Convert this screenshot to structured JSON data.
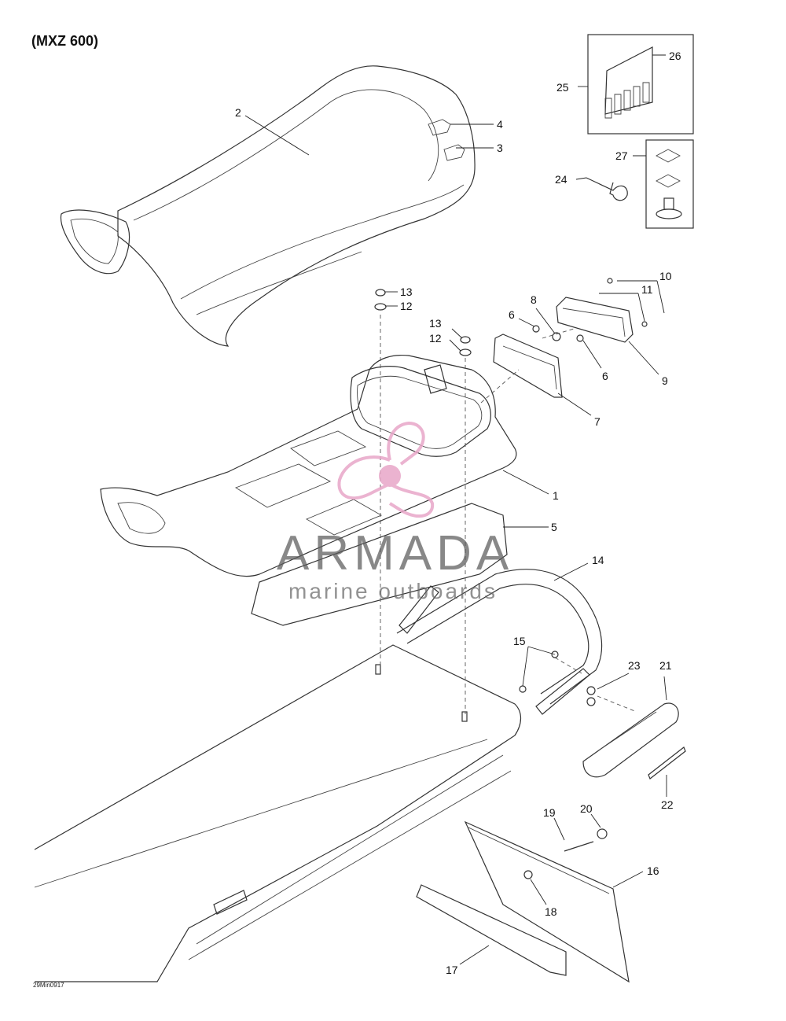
{
  "diagram": {
    "title": "(MXZ 600)",
    "drawing_code": "29Min0917",
    "watermark": {
      "brand": "ARMADA",
      "tagline": "marine outboards",
      "logo_color": "#e8a6c8"
    },
    "callouts": [
      "1",
      "2",
      "3",
      "4",
      "5",
      "6",
      "6",
      "7",
      "8",
      "9",
      "10",
      "11",
      "12",
      "12",
      "13",
      "13",
      "14",
      "15",
      "16",
      "17",
      "18",
      "19",
      "20",
      "21",
      "22",
      "23",
      "24",
      "25",
      "26",
      "27"
    ]
  }
}
